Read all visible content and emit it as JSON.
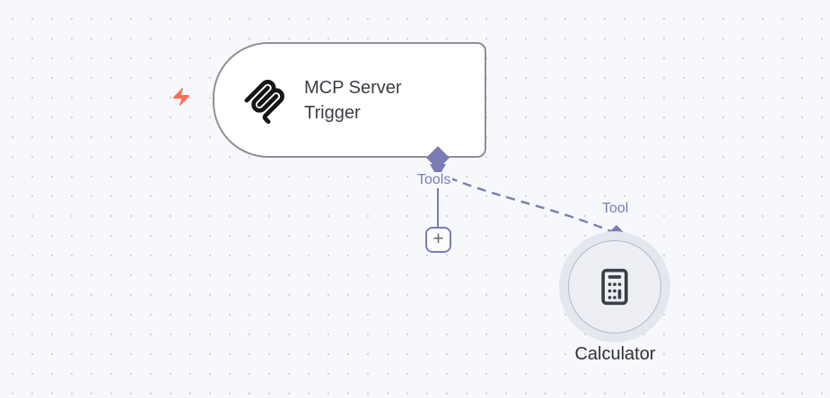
{
  "canvas": {
    "background_color": "#f7f8fb",
    "dot_color": "#d2d4d9"
  },
  "nodes": {
    "trigger": {
      "title": "MCP Server Trigger",
      "icon": "mcp-logo-icon",
      "status_icon": "lightning-bolt-icon",
      "status_color": "#ff6d5a"
    },
    "calculator": {
      "title": "Calculator",
      "icon": "calculator-icon"
    }
  },
  "connections": {
    "tools_output_label": "Tools",
    "tool_input_label": "Tool",
    "connector_color": "#7d7bb4",
    "style": "dashed"
  },
  "add_tool_button": {
    "label": "+"
  }
}
